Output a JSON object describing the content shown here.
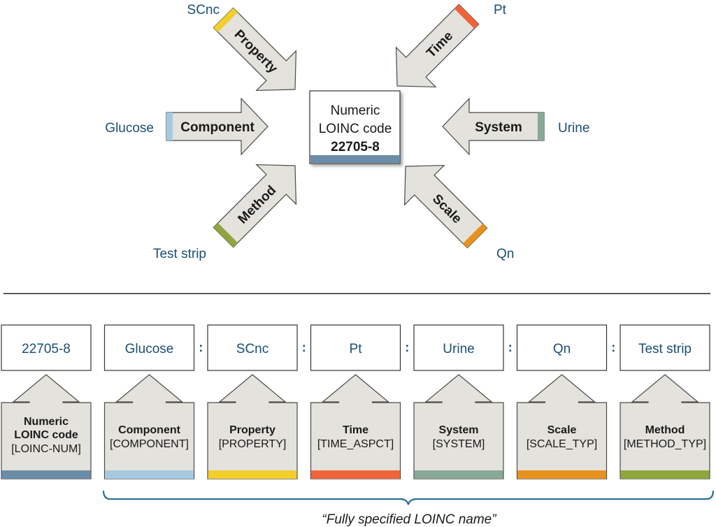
{
  "center": {
    "line1": "Numeric",
    "line2": "LOINC code",
    "code": "22705-8",
    "color": "#6a8da8"
  },
  "arrows": {
    "component": {
      "label": "Component",
      "value": "Glucose",
      "color": "#a6c9e0"
    },
    "property": {
      "label": "Property",
      "value": "SCnc",
      "color": "#f2cf2a"
    },
    "time": {
      "label": "Time",
      "value": "Pt",
      "color": "#f0643a"
    },
    "system": {
      "label": "System",
      "value": "Urine",
      "color": "#88a898"
    },
    "scale": {
      "label": "Scale",
      "value": "Qn",
      "color": "#e8921e"
    },
    "method": {
      "label": "Method",
      "value": "Test strip",
      "color": "#8fa63c"
    }
  },
  "bottom": {
    "separator": ":",
    "columns": [
      {
        "value": "22705-8",
        "name_lines": [
          "Numeric",
          "LOINC code"
        ],
        "field": "[LOINC-NUM]",
        "color": "#6a8da8"
      },
      {
        "value": "Glucose",
        "name_lines": [
          "Component"
        ],
        "field": "[COMPONENT]",
        "color": "#a6c9e0"
      },
      {
        "value": "SCnc",
        "name_lines": [
          "Property"
        ],
        "field": "[PROPERTY]",
        "color": "#f2cf2a"
      },
      {
        "value": "Pt",
        "name_lines": [
          "Time"
        ],
        "field": "[TIME_ASPCT]",
        "color": "#f0643a"
      },
      {
        "value": "Urine",
        "name_lines": [
          "System"
        ],
        "field": "[SYSTEM]",
        "color": "#88a898"
      },
      {
        "value": "Qn",
        "name_lines": [
          "Scale"
        ],
        "field": "[SCALE_TYP]",
        "color": "#e8921e"
      },
      {
        "value": "Test strip",
        "name_lines": [
          "Method"
        ],
        "field": "[METHOD_TYP]",
        "color": "#8fa63c"
      }
    ],
    "caption": "“Fully specified LOINC name”"
  },
  "colors": {
    "arrow_fill": "#e3e2dc",
    "arrow_stroke": "#4a4a4a",
    "value_text": "#1a4f72",
    "brace": "#2e6e93"
  }
}
